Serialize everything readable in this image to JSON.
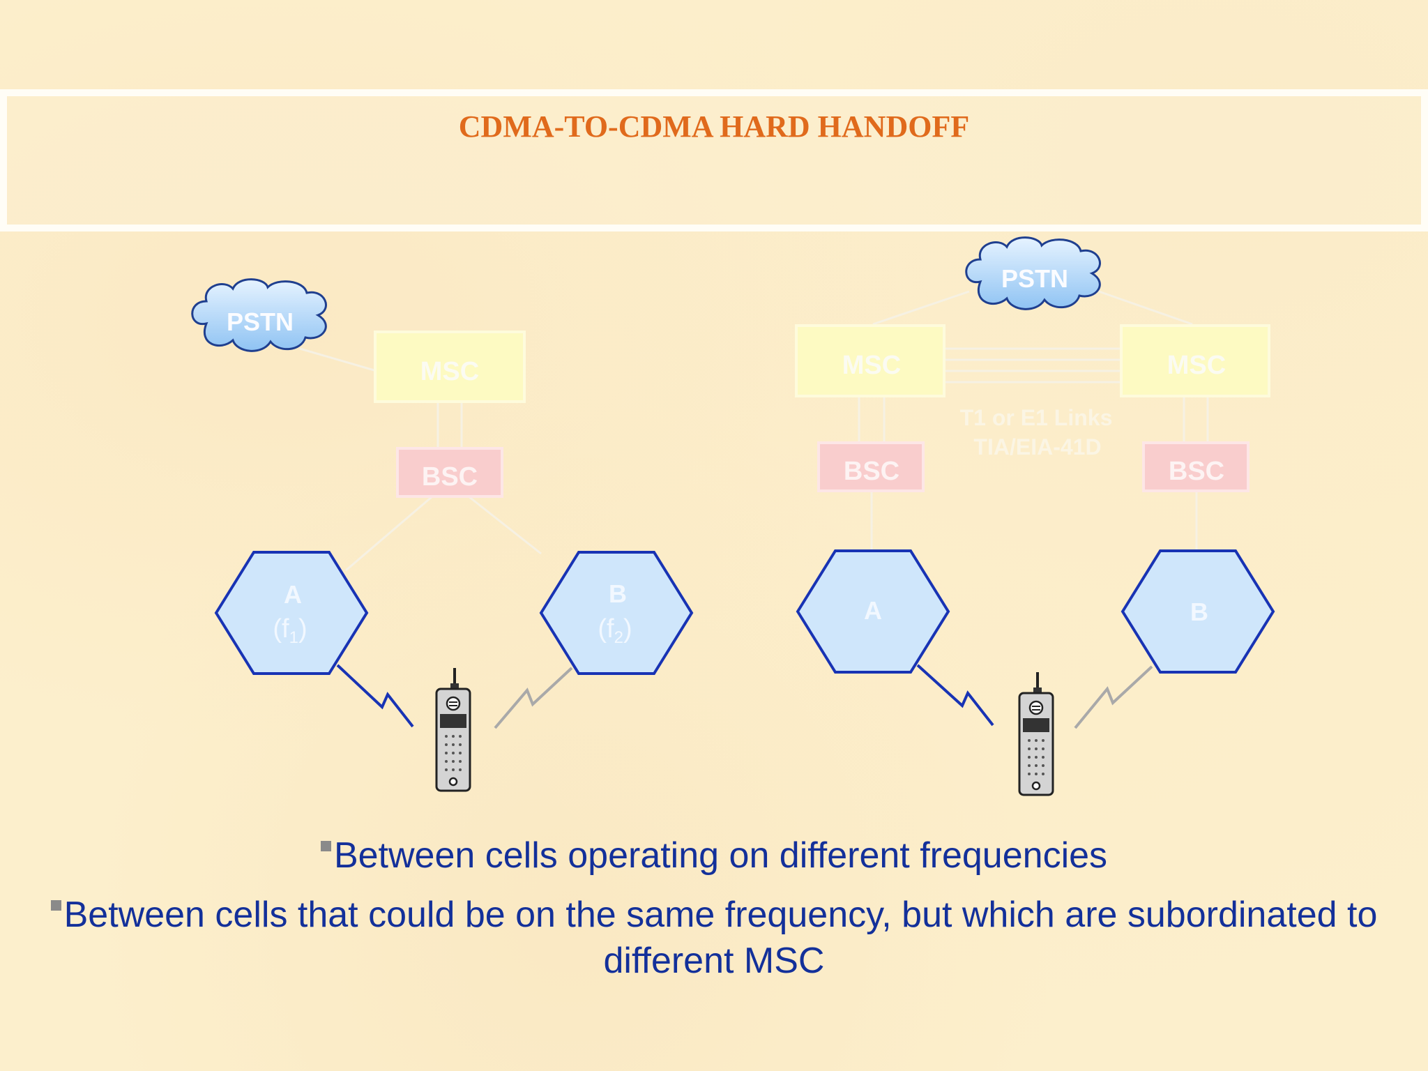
{
  "title": "CDMA-TO-CDMA HARD HANDOFF",
  "left": {
    "pstn": "PSTN",
    "msc": "MSC",
    "bsc": "BSC",
    "cell_a": {
      "name": "A",
      "freq_base": "(f",
      "freq_sub": "1",
      "freq_close": ")"
    },
    "cell_b": {
      "name": "B",
      "freq_base": "(f",
      "freq_sub": "2",
      "freq_close": ")"
    }
  },
  "right": {
    "pstn": "PSTN",
    "msc_left": "MSC",
    "msc_right": "MSC",
    "bsc_left": "BSC",
    "bsc_right": "BSC",
    "link_line1": "T1 or E1 Links",
    "link_line2": "TIA/EIA-41D",
    "cell_a": "A",
    "cell_b": "B"
  },
  "bullets": [
    "Between cells operating on different frequencies",
    "Between cells that could be on the same frequency, but which are subordinated to different MSC"
  ],
  "colors": {
    "title": "#e06a1c",
    "caption": "#13309a",
    "hex_fill": "#cfe6fb",
    "hex_stroke": "#1833b4",
    "msc_fill": "#fdfac2",
    "bsc_fill": "#f9cdcd"
  }
}
